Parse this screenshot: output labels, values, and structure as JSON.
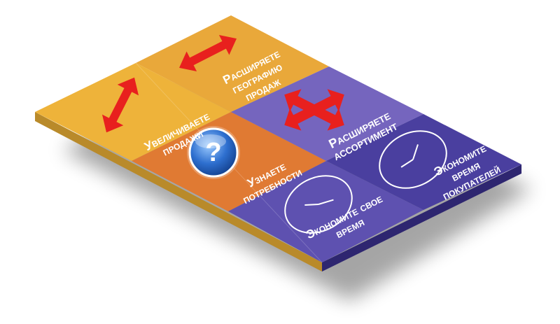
{
  "tiles": {
    "sales": {
      "line1": "Увеличиваете",
      "line2": "продажи",
      "color": "#EEB33A",
      "icon": "vertical-double-arrow-icon"
    },
    "geography": {
      "line1": "Расширяете",
      "line2": "географию",
      "line3": "продаж",
      "color": "#E9A83A",
      "icon": "horizontal-double-arrow-icon"
    },
    "needs": {
      "line1": "Узнаете",
      "line2": "потребности",
      "color": "#E07A33",
      "icon": "question-mark-icon"
    },
    "assortment": {
      "line1": "Расширяете",
      "line2": "ассортимент",
      "color": "#7565BE",
      "icon": "cross-arrows-icon"
    },
    "own_time": {
      "line1": "Экономите свое",
      "line2": "время",
      "color": "#5E51B0",
      "icon": "clock-icon"
    },
    "buyers_time": {
      "line1": "Экономите",
      "line2": "время",
      "line3": "покупателей",
      "color": "#4A3F9F",
      "icon": "clock-icon"
    }
  },
  "colors": {
    "arrow": "#E8201E",
    "question_bg": "#2E6FCF"
  }
}
